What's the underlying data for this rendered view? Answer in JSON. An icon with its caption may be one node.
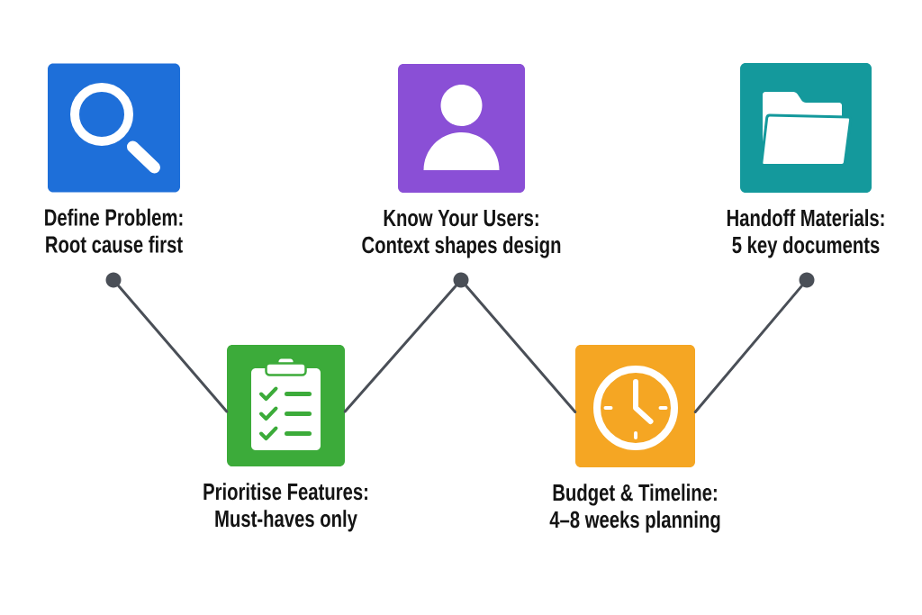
{
  "diagram": {
    "nodes": [
      {
        "text": [
          "Define Problem:",
          "Root cause first"
        ]
      },
      {
        "text": [
          "Prioritise Features:",
          "Must-haves only"
        ]
      },
      {
        "text": [
          "Know Your Users:",
          "Context shapes design"
        ]
      },
      {
        "text": [
          "Budget & Timeline:",
          "4–8 weeks planning"
        ]
      },
      {
        "text": [
          "Handoff Materials:",
          "5 key documents"
        ]
      },
      {
        "text": [],
        "shape": "circle"
      },
      {
        "text": [],
        "shape": "circle"
      },
      {
        "text": [],
        "shape": "circle"
      }
    ],
    "edges": [
      {
        "from": 5,
        "to": 1,
        "arrow": "none"
      },
      {
        "from": 1,
        "to": 6,
        "arrow": "none"
      },
      {
        "from": 6,
        "to": 3,
        "arrow": "none"
      },
      {
        "from": 3,
        "to": 7,
        "arrow": "none"
      }
    ]
  }
}
